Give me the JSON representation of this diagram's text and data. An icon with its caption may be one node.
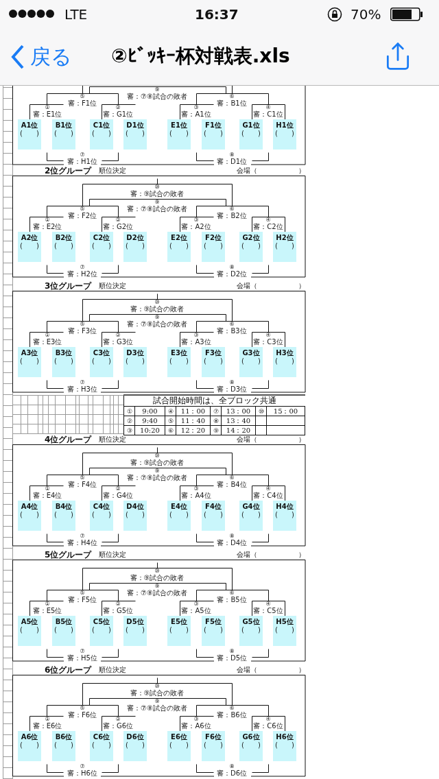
{
  "diagram": {
    "title": "②ﾋﾞｯｷｰ杯対戦表.xls",
    "nodes": [
      {
        "text": [],
        "shape": "box"
      },
      {
        "text": [
          "A1位",
          "(　　)"
        ],
        "in": 0
      },
      {
        "text": [
          "B1位",
          "(　　)"
        ],
        "in": 0
      },
      {
        "text": [
          "C1位",
          "(　　)"
        ],
        "in": 0
      },
      {
        "text": [
          "D1位",
          "(　　)"
        ],
        "in": 0
      },
      {
        "text": [
          "E1位",
          "(　　)"
        ],
        "in": 0
      },
      {
        "text": [
          "F1位",
          "(　　)"
        ],
        "in": 0
      },
      {
        "text": [
          "G1位",
          "(　　)"
        ],
        "in": 0
      },
      {
        "text": [
          "H1位",
          "(　　)"
        ],
        "in": 0
      },
      {
        "text": [
          "2位グループ",
          "順位決定",
          "会場（　　　　　　）"
        ]
      },
      {
        "text": [
          "A2位",
          "(　　)"
        ],
        "in": 9
      },
      {
        "text": [
          "B2位",
          "(　　)"
        ],
        "in": 9
      },
      {
        "text": [
          "C2位",
          "(　　)"
        ],
        "in": 9
      },
      {
        "text": [
          "D2位",
          "(　　)"
        ],
        "in": 9
      },
      {
        "text": [
          "E2位",
          "(　　)"
        ],
        "in": 9
      },
      {
        "text": [
          "F2位",
          "(　　)"
        ],
        "in": 9
      },
      {
        "text": [
          "G2位",
          "(　　)"
        ],
        "in": 9
      },
      {
        "text": [
          "H2位",
          "(　　)"
        ],
        "in": 9
      },
      {
        "text": [
          "3位グループ",
          "順位決定",
          "会場（　　　　　　）"
        ]
      },
      {
        "text": [
          "A3位",
          "(　　)"
        ],
        "in": 18
      },
      {
        "text": [
          "B3位",
          "(　　)"
        ],
        "in": 18
      },
      {
        "text": [
          "C3位",
          "(　　)"
        ],
        "in": 18
      },
      {
        "text": [
          "D3位",
          "(　　)"
        ],
        "in": 18
      },
      {
        "text": [
          "E3位",
          "(　　)"
        ],
        "in": 18
      },
      {
        "text": [
          "F3位",
          "(　　)"
        ],
        "in": 18
      },
      {
        "text": [
          "G3位",
          "(　　)"
        ],
        "in": 18
      },
      {
        "text": [
          "H3位",
          "(　　)"
        ],
        "in": 18
      },
      {
        "text": [
          "4位グループ",
          "順位決定",
          "会場（　　　　　　）"
        ]
      },
      {
        "text": [
          "A4位",
          "(　　)"
        ],
        "in": 27
      },
      {
        "text": [
          "B4位",
          "(　　)"
        ],
        "in": 27
      },
      {
        "text": [
          "C4位",
          "(　　)"
        ],
        "in": 27
      },
      {
        "text": [
          "D4位",
          "(　　)"
        ],
        "in": 27
      },
      {
        "text": [
          "E4位",
          "(　　)"
        ],
        "in": 27
      },
      {
        "text": [
          "F4位",
          "(　　)"
        ],
        "in": 27
      },
      {
        "text": [
          "G4位",
          "(　　)"
        ],
        "in": 27
      },
      {
        "text": [
          "H4位",
          "(　　)"
        ],
        "in": 27
      },
      {
        "text": [
          "5位グループ",
          "順位決定",
          "会場（　　　　　　）"
        ]
      },
      {
        "text": [
          "A5位",
          "(　　)"
        ],
        "in": 36
      },
      {
        "text": [
          "B5位",
          "(　　)"
        ],
        "in": 36
      },
      {
        "text": [
          "C5位",
          "(　　)"
        ],
        "in": 36
      },
      {
        "text": [
          "D5位",
          "(　　)"
        ],
        "in": 36
      },
      {
        "text": [
          "E5位",
          "(　　)"
        ],
        "in": 36
      },
      {
        "text": [
          "F5位",
          "(　　)"
        ],
        "in": 36
      },
      {
        "text": [
          "G5位",
          "(　　)"
        ],
        "in": 36
      },
      {
        "text": [
          "H5位",
          "(　　)"
        ],
        "in": 36
      },
      {
        "text": [
          "6位グループ",
          "順位決定",
          "会場（　　　　　　）"
        ]
      },
      {
        "text": [
          "A6位",
          "(　　)"
        ],
        "in": 45
      },
      {
        "text": [
          "B6位",
          "(　　)"
        ],
        "in": 45
      },
      {
        "text": [
          "C6位",
          "(　　)"
        ],
        "in": 45
      },
      {
        "text": [
          "D6位",
          "(　　)"
        ],
        "in": 45
      },
      {
        "text": [
          "E6位",
          "(　　)"
        ],
        "in": 45
      },
      {
        "text": [
          "F6位",
          "(　　)"
        ],
        "in": 45
      },
      {
        "text": [
          "G6位",
          "(　　)"
        ],
        "in": 45
      },
      {
        "text": [
          "H6位",
          "(　　)"
        ],
        "in": 45
      }
    ],
    "labels": [
      "LTE",
      "16:37",
      "70%",
      "戻る",
      "⑨",
      "審：⑦⑧試合の敗者",
      "⑤",
      "審：F1位",
      "⑥",
      "審：B1位",
      "①",
      "審：E1位",
      "②",
      "審：G1位",
      "③",
      "審：A1位",
      "④",
      "審：C1位",
      "⑦",
      "審：H1位",
      "⑧",
      "審：D1位",
      "⑩",
      "審：⑨試合の敗者",
      "⑨",
      "審：⑦⑧試合の敗者",
      "⑤",
      "審：F2位",
      "⑥",
      "審：B2位",
      "①",
      "審：E2位",
      "②",
      "審：G2位",
      "③",
      "審：A2位",
      "④",
      "審：C2位",
      "⑦",
      "審：H2位",
      "⑧",
      "審：D2位",
      "⑩",
      "審：⑨試合の敗者",
      "⑨",
      "審：⑦⑧試合の敗者",
      "⑤",
      "審：F3位",
      "⑥",
      "審：B3位",
      "①",
      "審：E3位",
      "②",
      "審：G3位",
      "③",
      "審：A3位",
      "④",
      "審：C3位",
      "⑦",
      "審：H3位",
      "⑧",
      "審：D3位",
      "試合開始時間は、全ブロック共通",
      "①",
      "9:00",
      "④",
      "11：00",
      "⑦",
      "13：00",
      "⑩",
      "15：00",
      "②",
      "9:40",
      "⑤",
      "11：40",
      "⑧",
      "13：40",
      "③",
      "10:20",
      "⑥",
      "12：20",
      "⑨",
      "14：20",
      "⑩",
      "審：⑨試合の敗者",
      "⑨",
      "審：⑦⑧試合の敗者",
      "⑤",
      "審：F4位",
      "⑥",
      "審：B4位",
      "①",
      "審：E4位",
      "②",
      "審：G4位",
      "③",
      "審：A4位",
      "④",
      "審：C4位",
      "⑦",
      "審：H4位",
      "⑧",
      "審：D4位",
      "⑩",
      "審：⑨試合の敗者",
      "⑨",
      "審：⑦⑧試合の敗者",
      "⑤",
      "審：F5位",
      "⑥",
      "審：B5位",
      "①",
      "審：E5位",
      "②",
      "審：G5位",
      "③",
      "審：A5位",
      "④",
      "審：C5位",
      "⑦",
      "審：H5位",
      "⑧",
      "審：D5位",
      "⑩",
      "審：⑨試合の敗者",
      "⑨",
      "審：⑦⑧試合の敗者",
      "⑤",
      "審：F6位",
      "⑥",
      "審：B6位",
      "①",
      "審：E6位",
      "②",
      "審：G6位",
      "③",
      "審：A6位",
      "④",
      "審：C6位",
      "⑦",
      "審：H6位",
      "⑧",
      "審：D6位"
    ]
  }
}
